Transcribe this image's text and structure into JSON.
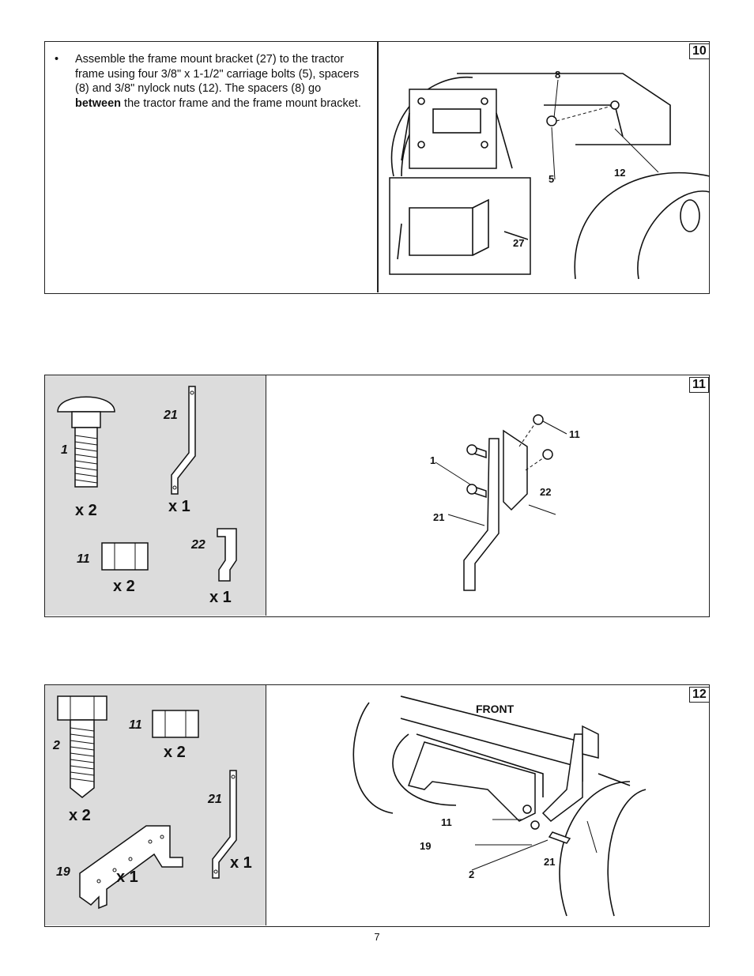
{
  "step10": {
    "number": "10",
    "bullet": "•",
    "text_before": "Assemble the frame mount bracket (27) to the tractor frame using four 3/8\" x 1-1/2\" carriage bolts (5), spacers (8) and 3/8\" nylock nuts (12). The spacers (8) go ",
    "text_bold": "between",
    "text_after": " the tractor frame and the frame mount bracket.",
    "callouts": {
      "c8": "8",
      "c5": "5",
      "c12": "12",
      "c27": "27"
    }
  },
  "step11": {
    "number": "11",
    "parts": [
      {
        "id": "1",
        "qty": "x 2",
        "icon": "carriage-bolt-icon"
      },
      {
        "id": "21",
        "qty": "x 1",
        "icon": "bracket-strap-icon"
      },
      {
        "id": "11",
        "qty": "x 2",
        "icon": "hex-nut-icon"
      },
      {
        "id": "22",
        "qty": "x 1",
        "icon": "offset-bracket-icon"
      }
    ],
    "callouts": {
      "c1": "1",
      "c11": "11",
      "c22": "22",
      "c21": "21"
    }
  },
  "step12": {
    "number": "12",
    "parts": [
      {
        "id": "2",
        "qty": "x 2",
        "icon": "hex-bolt-icon"
      },
      {
        "id": "11",
        "qty": "x 2",
        "icon": "hex-nut-icon"
      },
      {
        "id": "21",
        "qty": "x 1",
        "icon": "bracket-strap-icon"
      },
      {
        "id": "19",
        "qty": "x 1",
        "icon": "mount-plate-icon"
      }
    ],
    "front_label": "FRONT",
    "callouts": {
      "c11": "11",
      "c19": "19",
      "c2": "2",
      "c21": "21"
    }
  },
  "page_number": "7"
}
